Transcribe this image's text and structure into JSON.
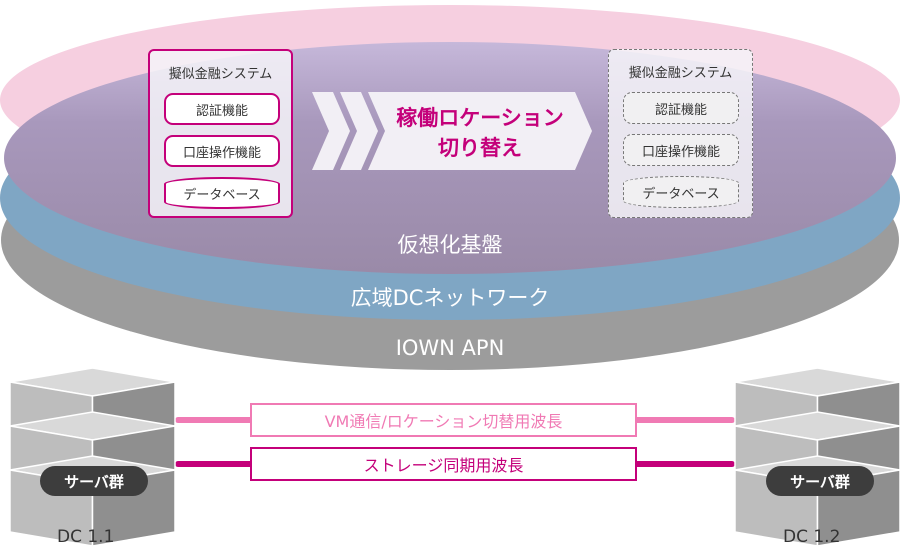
{
  "layers": {
    "virtualization": "仮想化基盤",
    "wan": "広域DCネットワーク",
    "apn": "IOWN APN"
  },
  "source_system": {
    "title": "擬似金融システム",
    "functions": [
      "認証機能",
      "口座操作機能",
      "データベース"
    ]
  },
  "target_system": {
    "title": "擬似金融システム",
    "functions": [
      "認証機能",
      "口座操作機能",
      "データベース"
    ]
  },
  "migration_arrow": {
    "line1": "稼働ロケーション",
    "line2": "切り替え"
  },
  "wavelengths": {
    "vm": "VM通信/ロケーション切替用波長",
    "storage": "ストレージ同期用波長"
  },
  "servers": {
    "left_badge": "サーバ群",
    "right_badge": "サーバ群",
    "left_label": "DC 1.1",
    "right_label": "DC 1.2"
  },
  "colors": {
    "magenta": "#c4007a",
    "pink": "#f07ab4",
    "layer_pink": "#f6cfe0",
    "layer_purple": "#a898b8",
    "layer_blue": "#86b4d6",
    "layer_gray": "#9a9a9a"
  }
}
